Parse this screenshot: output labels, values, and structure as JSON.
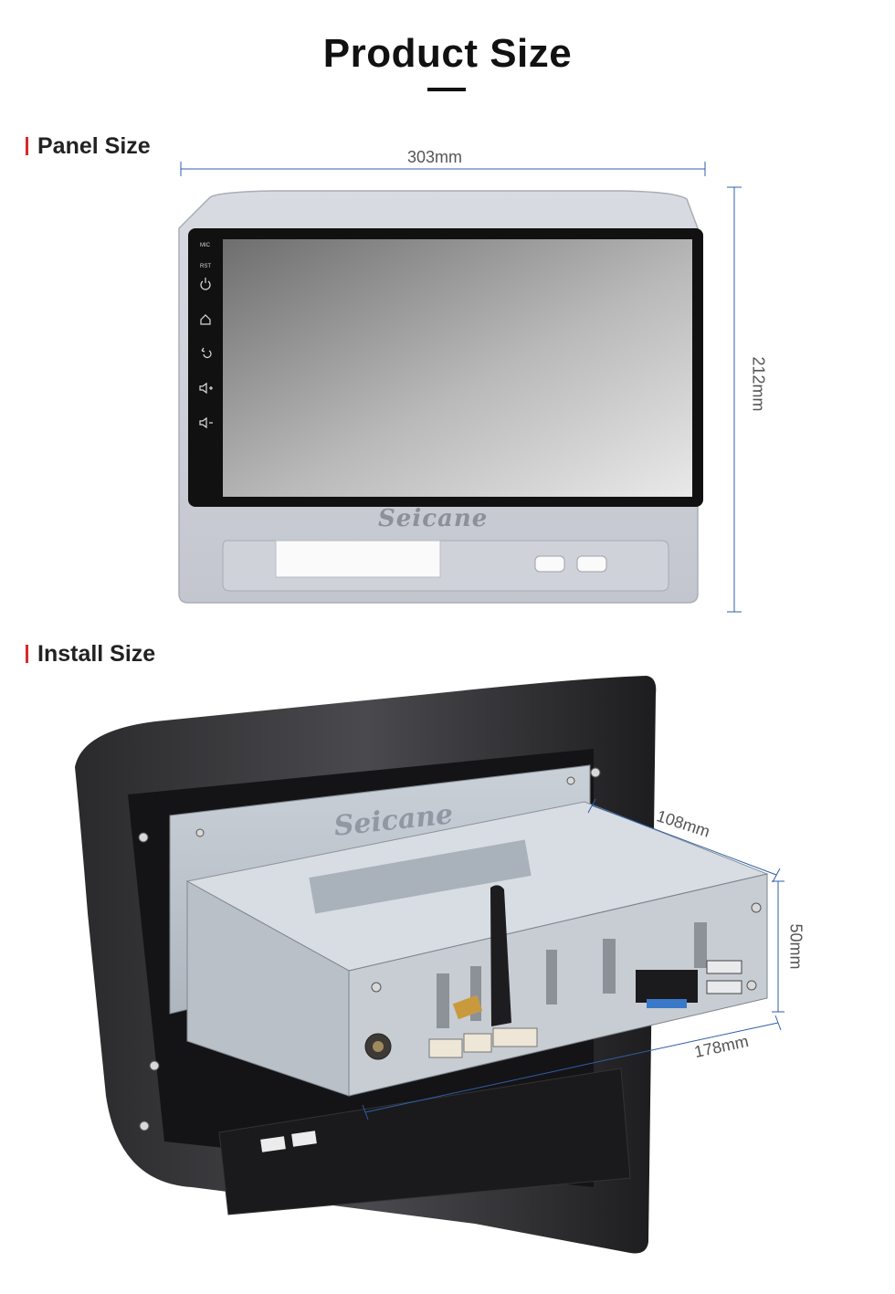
{
  "page": {
    "title": "Product Size"
  },
  "panel_section": {
    "heading": "Panel Size",
    "width": "303mm",
    "height": "212mm",
    "side_buttons": [
      "MIC",
      "RST"
    ],
    "brand": "Seicane"
  },
  "install_section": {
    "heading": "Install Size",
    "depth": "108mm",
    "height": "50mm",
    "width": "178mm",
    "brand": "Seicane"
  },
  "colors": {
    "accent": "#d62b2b",
    "dimension_line": "#2f5fa8"
  }
}
